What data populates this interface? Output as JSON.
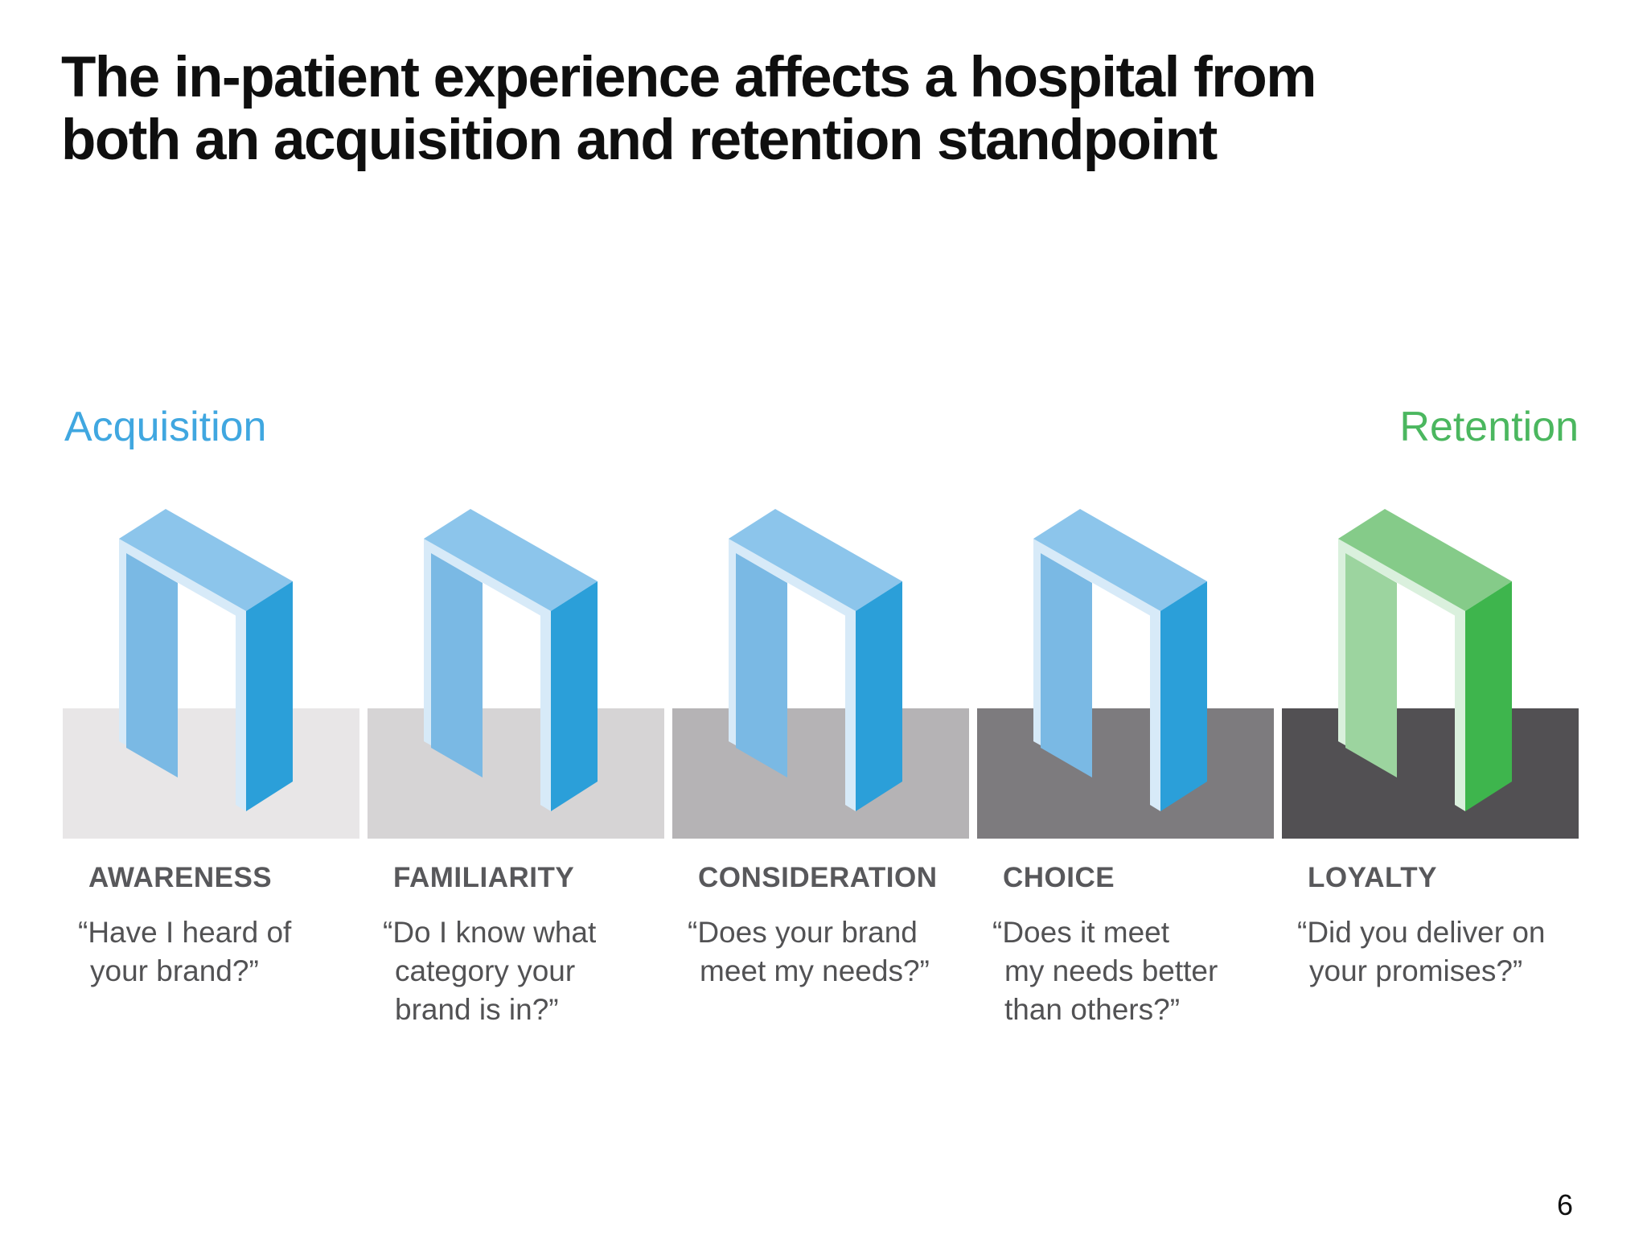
{
  "slide": {
    "title_lines": [
      "The in-patient experience affects a hospital from",
      "both an acquisition and retention standpoint"
    ],
    "page_number": "6"
  },
  "axis": {
    "acquisition": {
      "label": "Acquisition",
      "color": "#40a7e0"
    },
    "retention": {
      "label": "Retention",
      "color": "#4bb75f"
    }
  },
  "arch_palettes": {
    "blue": {
      "pale": "#d7eaf8",
      "left": "#7ab9e4",
      "top": "#8cc5eb",
      "right": "#2b9fd9"
    },
    "green": {
      "pale": "#daf0dd",
      "left": "#9cd49f",
      "top": "#85cb89",
      "right": "#3eb54d"
    }
  },
  "stages": [
    {
      "label": "AWARENESS",
      "quote_lines": [
        "“Have I heard of",
        "your brand?”"
      ],
      "strip_color": "#e8e6e7",
      "arch": {
        "pale": "#d7eaf8",
        "left": "#7ab9e4",
        "top": "#8cc5eb",
        "right": "#2b9fd9"
      }
    },
    {
      "label": "FAMILIARITY",
      "quote_lines": [
        "“Do I know what",
        "category your",
        "brand is in?”"
      ],
      "strip_color": "#d6d4d5",
      "arch": {
        "pale": "#d7eaf8",
        "left": "#7ab9e4",
        "top": "#8cc5eb",
        "right": "#2b9fd9"
      }
    },
    {
      "label": "CONSIDERATION",
      "quote_lines": [
        "“Does your brand",
        "meet my needs?”"
      ],
      "strip_color": "#b5b3b5",
      "arch": {
        "pale": "#d7eaf8",
        "left": "#7ab9e4",
        "top": "#8cc5eb",
        "right": "#2b9fd9"
      }
    },
    {
      "label": "CHOICE",
      "quote_lines": [
        "“Does it meet",
        "my needs better",
        "than others?”"
      ],
      "strip_color": "#7d7b7e",
      "arch": {
        "pale": "#d7eaf8",
        "left": "#7ab9e4",
        "top": "#8cc5eb",
        "right": "#2b9fd9"
      }
    },
    {
      "label": "LOYALTY",
      "quote_lines": [
        "“Did you deliver on",
        "your promises?”"
      ],
      "strip_color": "#525053",
      "arch": {
        "pale": "#daf0dd",
        "left": "#9cd49f",
        "top": "#85cb89",
        "right": "#3eb54d"
      }
    }
  ]
}
